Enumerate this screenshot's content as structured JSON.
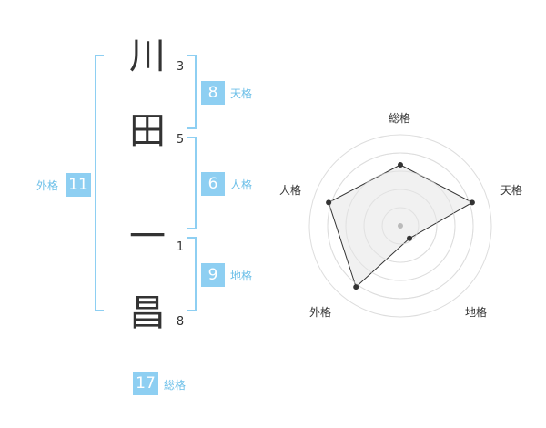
{
  "name": {
    "chars": [
      {
        "char": "川",
        "strokes": "3"
      },
      {
        "char": "田",
        "strokes": "5"
      },
      {
        "char": "一",
        "strokes": "1"
      },
      {
        "char": "昌",
        "strokes": "8"
      }
    ]
  },
  "kaku": {
    "ten": {
      "value": "8",
      "label": "天格"
    },
    "jin": {
      "value": "6",
      "label": "人格"
    },
    "chi": {
      "value": "9",
      "label": "地格"
    },
    "gai": {
      "value": "11",
      "label": "外格"
    },
    "sou": {
      "value": "17",
      "label": "総格"
    }
  },
  "chart_data": {
    "type": "radar",
    "axes": [
      "総格",
      "天格",
      "地格",
      "外格",
      "人格"
    ],
    "scores": [
      0.67,
      0.83,
      0.17,
      0.83,
      0.83
    ],
    "rings": 5,
    "colors": {
      "ring": "#dddddd",
      "fill": "#efefef",
      "line": "#333333",
      "center": "#bbbbbb"
    }
  },
  "colors": {
    "accent": "#8ecff2",
    "accent_text": "#6cbfe8"
  }
}
